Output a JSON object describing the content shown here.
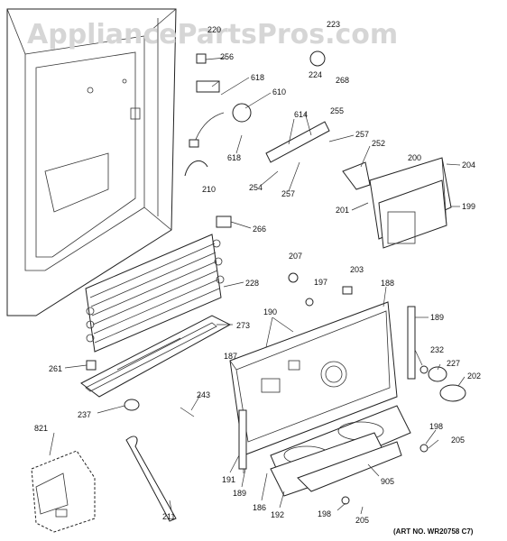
{
  "watermark": "AppliancePartsPros.com",
  "art_number": "(ART NO. WR20758 C7)",
  "callouts": {
    "c223": "223",
    "c220": "220",
    "c256": "256",
    "c224": "224",
    "c268": "268",
    "c618a": "618",
    "c610": "610",
    "c618b": "618",
    "c614": "614",
    "c255": "255",
    "c257a": "257",
    "c252": "252",
    "c200": "200",
    "c204": "204",
    "c254": "254",
    "c257b": "257",
    "c210": "210",
    "c201": "201",
    "c199": "199",
    "c266": "266",
    "c207": "207",
    "c203": "203",
    "c228": "228",
    "c197": "197",
    "c188": "188",
    "c190": "190",
    "c189a": "189",
    "c273": "273",
    "c232": "232",
    "c227": "227",
    "c261": "261",
    "c187": "187",
    "c202": "202",
    "c243": "243",
    "c237": "237",
    "c198a": "198",
    "c205a": "205",
    "c821": "821",
    "c905": "905",
    "c191": "191",
    "c189b": "189",
    "c186": "186",
    "c192": "192",
    "c198b": "198",
    "c205b": "205",
    "c211": "211"
  }
}
